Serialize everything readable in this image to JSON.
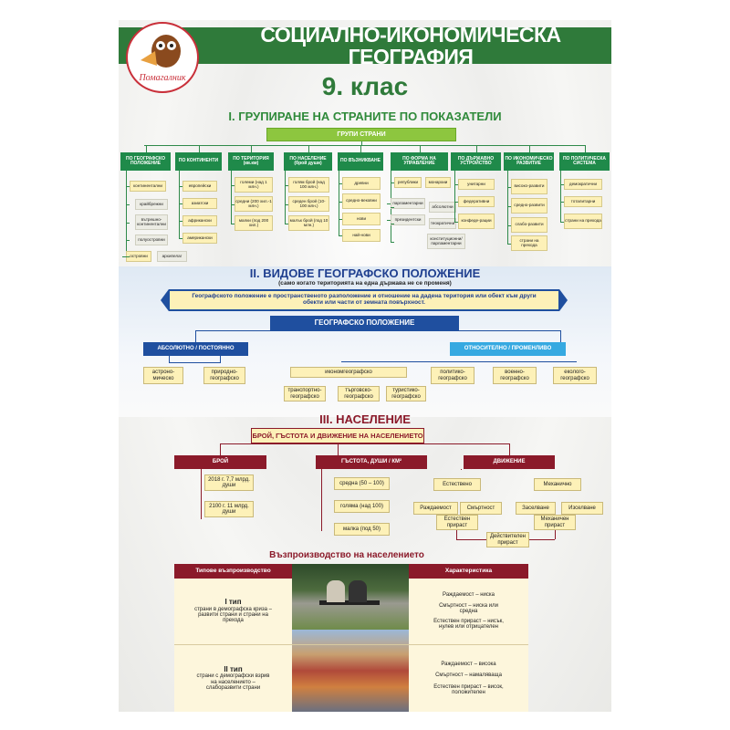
{
  "header": {
    "title": "СОЦИАЛНО-ИКОНОМИЧЕСКА ГЕОГРАФИЯ",
    "grade": "9. клас",
    "logo_text": "Помагалник"
  },
  "section1": {
    "title": "I. ГРУПИРАНЕ НА СТРАНИТЕ ПО ПОКАЗАТЕЛИ",
    "root": "ГРУПИ  СТРАНИ",
    "columns": [
      {
        "header": "ПО ГЕОГРАФСКО ПОЛОЖЕНИЕ",
        "items": [
          "континентални",
          "крайбрежни",
          "вътрешно-континентални",
          "полуостровни",
          "островни",
          "архипелаг"
        ]
      },
      {
        "header": "ПО КОНТИНЕНТИ",
        "items": [
          "европейски",
          "азиатски",
          "африкански",
          "американски"
        ]
      },
      {
        "header": "ПО ТЕРИТОРИЯ (кв.км)",
        "items": [
          "големи (над 1 млн.)",
          "средни (200 хил.-1 млн.)",
          "малки (под 200 хил.)"
        ]
      },
      {
        "header": "ПО НАСЕЛЕНИЕ (брой души)",
        "items": [
          "голям брой (над 100 млн.)",
          "среден брой (10-100 млн.)",
          "малък брой (под 10 млн.)"
        ]
      },
      {
        "header": "ПО ВЪЗНИКВАНЕ",
        "items": [
          "древни",
          "средно-вековни",
          "нови",
          "най-нови"
        ]
      },
      {
        "header": "ПО ФОРМА НА УПРАВЛЕНИЕ",
        "items": [
          "републики",
          "монархии",
          "парламентарни",
          "президентски",
          "абсолютни",
          "теократични",
          "конституционни/ парламентарни"
        ]
      },
      {
        "header": "ПО ДЪРЖАВНО УСТРОЙСТВО",
        "items": [
          "унитарни",
          "федеративни",
          "конфеде-рации"
        ]
      },
      {
        "header": "ПО ИКОНОМИЧЕСКО РАЗВИТИЕ",
        "items": [
          "високо-развити",
          "средно-развити",
          "слабо-развити",
          "страни на прехода"
        ]
      },
      {
        "header": "ПО ПОЛИТИЧЕСКА СИСТЕМА",
        "items": [
          "демократични",
          "тоталитарни",
          "страни на прехода"
        ]
      }
    ]
  },
  "section2": {
    "title": "II. ВИДОВЕ ГЕОГРАФСКО ПОЛОЖЕНИЕ",
    "subtitle": "(само когато територията на една държава не се променя)",
    "definition": "Географското положение е пространственото разположение и отношение на дадена територия или обект към други обекти или части от земната повърхност.",
    "root": "ГЕОГРАФСКО ПОЛОЖЕНИЕ",
    "absolute": "АБСОЛЮТНО / ПОСТОЯННО",
    "relative": "ОТНОСИТЕЛНО / ПРОМЕНЛИВО",
    "absolute_items": [
      "астроно-мическо",
      "природно-географско"
    ],
    "economic": "икономгеографско",
    "economic_items": [
      "транспортно-географско",
      "търговско-географско",
      "туристико-географско"
    ],
    "relative_items": [
      "политико-географско",
      "военно-географско",
      "еколого-географско"
    ]
  },
  "section3": {
    "title": "III. НАСЕЛЕНИЕ",
    "root": "БРОЙ, ГЪСТОТА И ДВИЖЕНИЕ НА НАСЕЛЕНИЕТО",
    "count": {
      "header": "БРОЙ",
      "items": [
        "2018 г. 7,7 млрд. души",
        "2100 г. 11 млрд. души"
      ]
    },
    "density": {
      "header": "ГЪСТОТА, ДУШИ / КМ²",
      "items": [
        "средна (50 – 100)",
        "голяма (над 100)",
        "малка (под 50)"
      ]
    },
    "movement": {
      "header": "ДВИЖЕНИЕ",
      "natural": "Естествено",
      "mechanical": "Механично",
      "birth": "Раждаемост",
      "death": "Смъртност",
      "settle": "Заселване",
      "emigrate": "Изселване",
      "natural_growth": "Естествен прираст",
      "mech_growth": "Механичен прираст",
      "real_growth": "Действителен прираст"
    },
    "reproduction": {
      "title": "Възпроизводство на населението",
      "col1": "Типове възпроизводство",
      "col2": "Характеристика",
      "rows": [
        {
          "type": "I тип",
          "desc": "страни в демографска криза – развити страни и страни на прехода",
          "chars": [
            "Раждаемост – ниска",
            "Смъртност – ниска или средна",
            "Естествен прираст – нисък, нулев или отрицателен"
          ]
        },
        {
          "type": "II тип",
          "desc": "страни с демографски взрив на населението – слаборазвити страни",
          "chars": [
            "Раждаемост – висока",
            "Смъртност – намаляваща",
            "Естествен прираст – висок, положителен"
          ]
        }
      ]
    }
  }
}
